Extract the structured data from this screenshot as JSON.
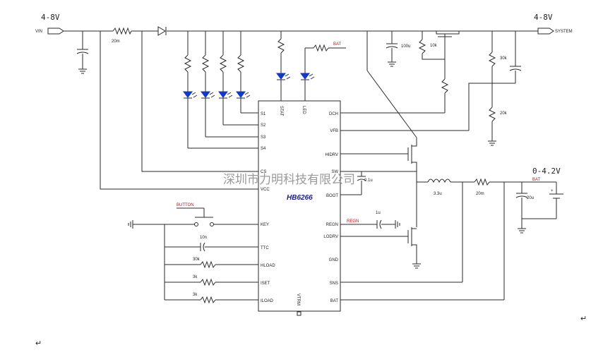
{
  "supply": {
    "vin_range": "4-8V",
    "vin_label": "VIN",
    "system_range": "4-8V",
    "system_label": "SYSTEM",
    "bat_range": "0-4.2V"
  },
  "chip": {
    "name": "HB6266"
  },
  "pins_left": [
    "S1",
    "S2",
    "S3",
    "S4",
    "CS",
    "VCC",
    "KEY",
    "TTC",
    "HLOAD",
    "ISET",
    "ILOAD"
  ],
  "pins_right": [
    "DCH",
    "VFB",
    "HIDRV",
    "SW",
    "BOOT",
    "REGN",
    "LODRV",
    "GND",
    "SNS",
    "BAT"
  ],
  "pins_top": [
    "STAT",
    "LED"
  ],
  "pin_bottom": "VTRM",
  "components": {
    "r_sense_in": "20m",
    "c_sys": "100u",
    "r_10k": "10k",
    "r_30k": "30k",
    "r_20k": "20k",
    "c_boot": "0.1u",
    "c_regn": "1u",
    "inductor": "3.3u",
    "r_sense_out": "20m",
    "c_bat": "20u",
    "c_ttc": "10n",
    "r_hload": "30k",
    "r_iset": "3k",
    "r_iload": "3k"
  },
  "net_labels": {
    "bat_top": "BAT",
    "button": "BUTTON",
    "regn": "REGN",
    "bat_out": "BAT"
  },
  "watermark": "深圳市力明科技有限公司",
  "margin_marks": [
    "↵",
    "↵"
  ]
}
